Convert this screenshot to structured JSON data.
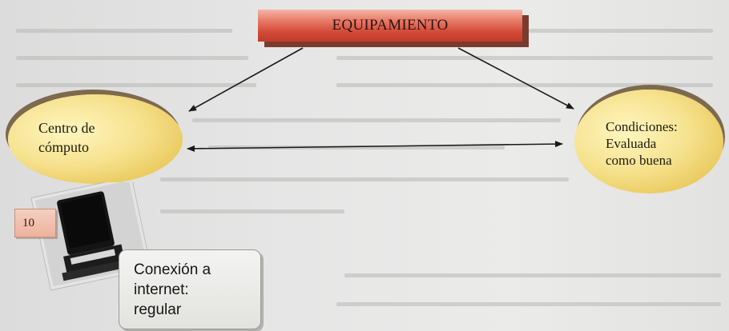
{
  "diagram": {
    "title": "EQUIPAMIENTO",
    "left_node": {
      "label": "Centro de\ncómputo"
    },
    "right_node": {
      "label": "Condiciones:\nEvaluada\ncomo buena"
    },
    "photo_number": "10",
    "photo_icon": "computer-monitor-icon",
    "callout": {
      "label": "Conexión a\ninternet:\nregular"
    },
    "colors": {
      "title_fill": "#d24a38",
      "node_fill": "#f6e28f",
      "callout_fill": "#e9e9e6",
      "arrow": "#1a1a1a"
    }
  }
}
